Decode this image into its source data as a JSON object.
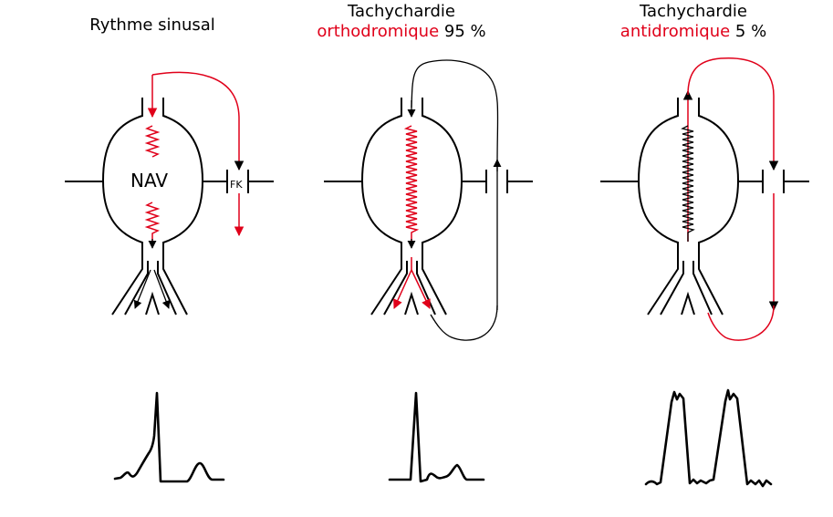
{
  "panels": [
    {
      "title": "Rythme sinusal"
    },
    {
      "title_line1": "Tachychardie",
      "title_line2_colored": "orthodromique",
      "title_line2_rest": " 95 %"
    },
    {
      "title_line1": "Tachychardie",
      "title_line2_colored": "antidromique",
      "title_line2_rest": " 5 %"
    }
  ],
  "labels": {
    "nav": "NAV",
    "fk": "FK"
  },
  "colors": {
    "accent": "#e0001a",
    "line": "#000000"
  }
}
